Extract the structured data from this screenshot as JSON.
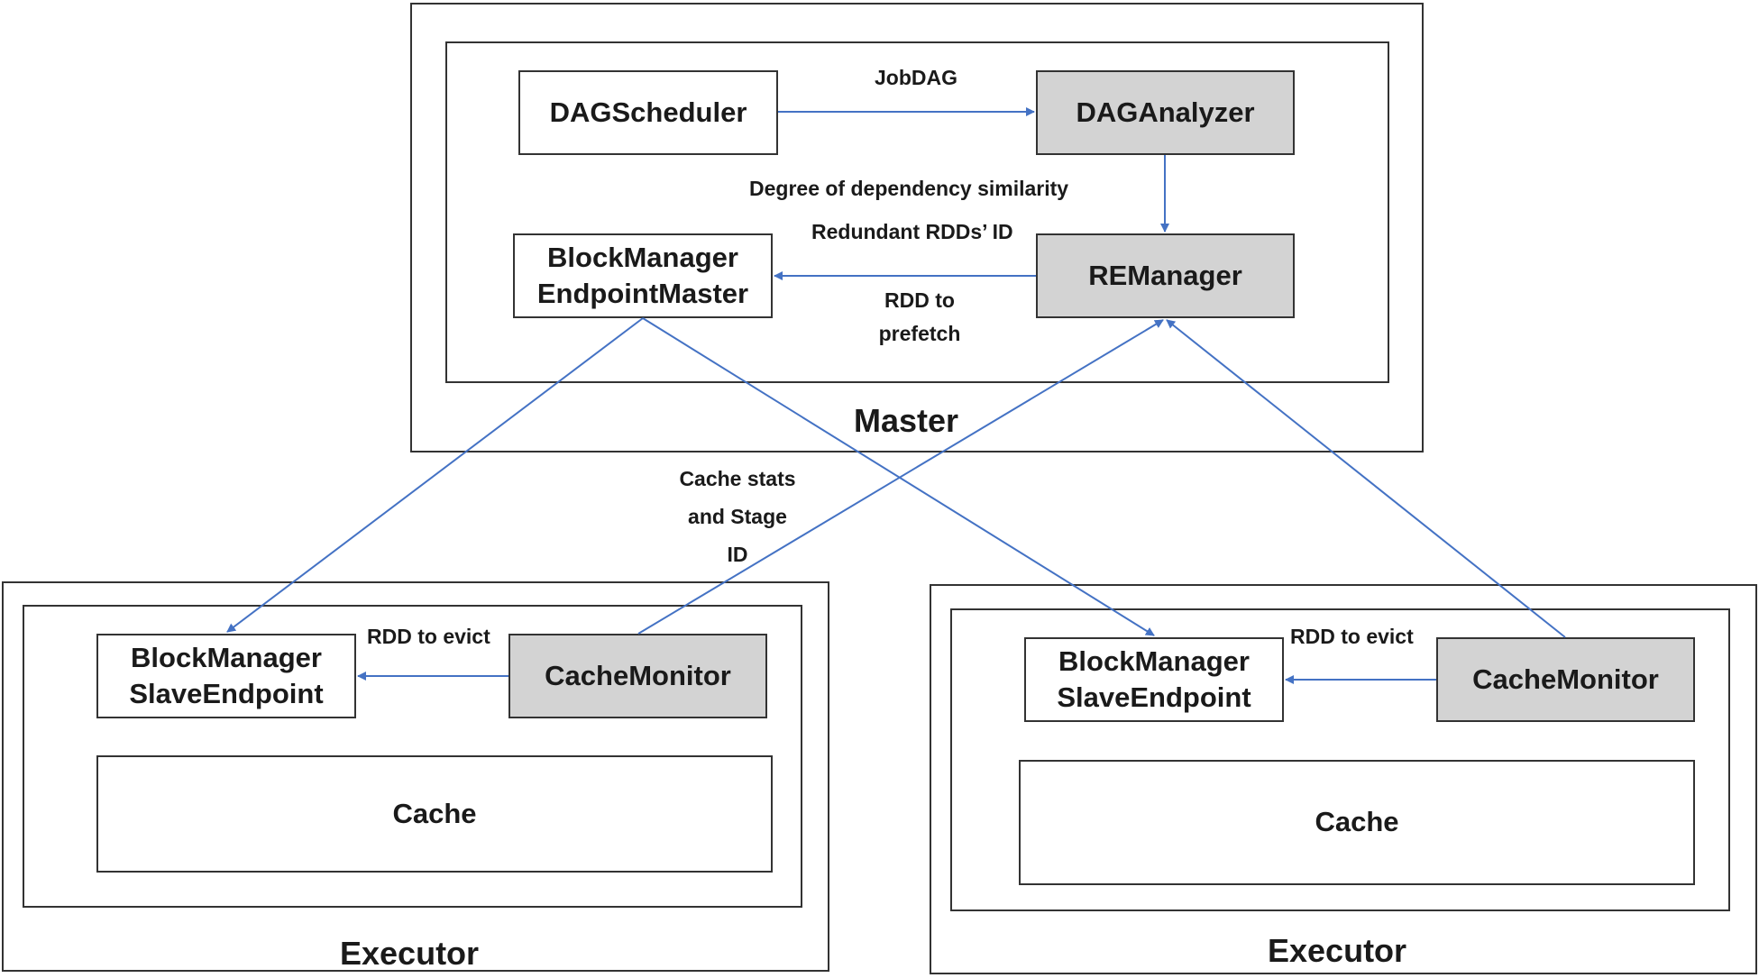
{
  "colors": {
    "accent": "#4472C4",
    "component_gray": "#d3d3d3",
    "border": "#333333"
  },
  "master": {
    "title": "Master",
    "dag_scheduler": "DAGScheduler",
    "dag_analyzer": "DAGAnalyzer",
    "re_manager": "REManager",
    "bm_endpoint_master": [
      "BlockManager",
      "EndpointMaster"
    ]
  },
  "edge_labels": {
    "jobdag": "JobDAG",
    "degree_similarity": "Degree of dependency similarity",
    "redundant_rdds": "Redundant RDDs’ ID",
    "rdd_prefetch": [
      "RDD to",
      "prefetch"
    ],
    "cache_stats": [
      "Cache stats",
      "and Stage",
      "ID"
    ]
  },
  "executors": [
    {
      "title": "Executor",
      "bm_slave_endpoint": [
        "BlockManager",
        "SlaveEndpoint"
      ],
      "cache_monitor": "CacheMonitor",
      "cache": "Cache",
      "rdd_evict": "RDD to evict"
    },
    {
      "title": "Executor",
      "bm_slave_endpoint": [
        "BlockManager",
        "SlaveEndpoint"
      ],
      "cache_monitor": "CacheMonitor",
      "cache": "Cache",
      "rdd_evict": "RDD to evict"
    }
  ]
}
